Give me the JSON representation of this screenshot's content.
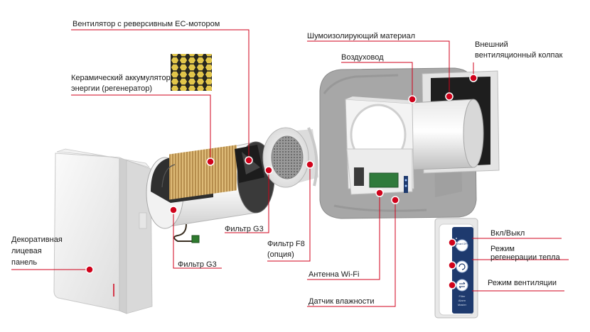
{
  "colors": {
    "accent": "#d0021b",
    "panel_blue": "#1e3a6e",
    "wall": "#a9a9a9"
  },
  "labels": {
    "fan": "Вентилятор с реверсивным ЕС-мотором",
    "ceramic_line1": "Керамический аккумулятор",
    "ceramic_line2": "энергии (регенератор)",
    "panel_line1": "Декоративная",
    "panel_line2": "лицевая",
    "panel_line3": "панель",
    "filter_g3_left": "Фильтр G3",
    "filter_g3_right": "Фильтр G3",
    "filter_f8_line1": "Фильтр F8",
    "filter_f8_line2": "(опция)",
    "insulation": "Шумоизолирующий материал",
    "duct": "Воздуховод",
    "hood_line1": "Внешний",
    "hood_line2": "вентиляционный колпак",
    "wifi": "Антенна Wi-Fi",
    "humidity": "Датчик влажности",
    "on_off": "Вкл/Выкл",
    "regen_line1": "Режим",
    "regen_line2": "регенерации тепла",
    "vent_mode": "Режим вентиляции"
  },
  "control_panel_text": {
    "btn_top": "Smart OFF",
    "mode1": "Filter",
    "mode2": "Alarm",
    "mode3": "Master"
  }
}
